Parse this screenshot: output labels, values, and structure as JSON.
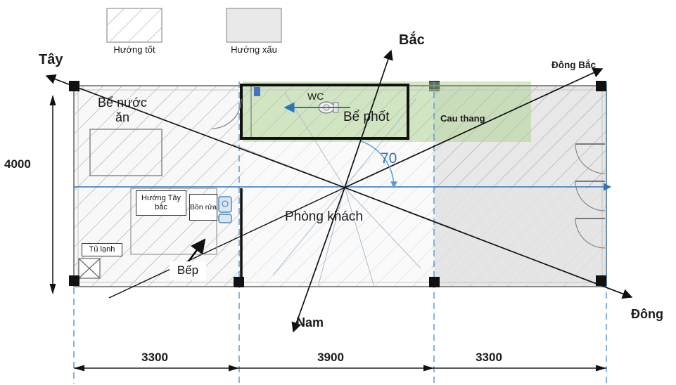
{
  "legend": {
    "good_label": "Hướng tốt",
    "bad_label": "Hướng xấu"
  },
  "compass": {
    "north": "Bắc",
    "south": "Nam",
    "west": "Tây",
    "east": "Đông",
    "northeast": "Đông Bắc",
    "angle_deg": "70"
  },
  "rooms": {
    "water_tank": "Bể nước ăn",
    "wc": "WC",
    "septic_tank": "Bể phốt",
    "staircase": "Cau thang",
    "living_room": "Phòng khách",
    "kitchen": "Bếp",
    "fridge": "Tủ lạnh",
    "sink": "Bồn rửa",
    "northwest_note": "Hướng Tây bắc"
  },
  "dimensions": {
    "left_height": "4000",
    "bottom": [
      "3300",
      "3900",
      "3300"
    ]
  },
  "colors": {
    "accent_blue": "#2E75B6",
    "grid_blue": "#5B9BD5",
    "good_hatch_gray": "#999999",
    "bad_fill_gray": "#E9E9E9",
    "staircase_green": "#A9D18E"
  }
}
